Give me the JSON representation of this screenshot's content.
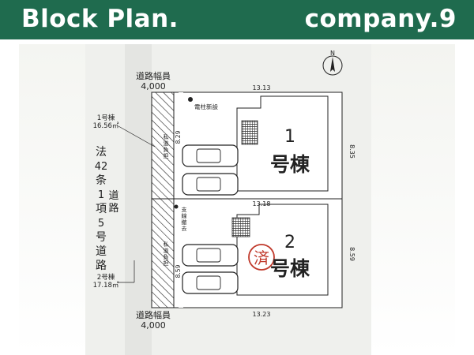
{
  "header": {
    "left_title": "Block Plan.",
    "right_title": "company.9",
    "bg_color": "#1f6b4e"
  },
  "plan": {
    "road_top": {
      "label": "道路幅員",
      "width": "4,000"
    },
    "road_bottom": {
      "label": "道路幅員",
      "width": "4,000"
    },
    "road_side_vertical": [
      "法",
      "42",
      "条",
      "1",
      "項",
      "5",
      "号",
      "道",
      "路"
    ],
    "road_side_short": [
      "道",
      "路"
    ],
    "lot1_area": {
      "line1": "1号棟",
      "line2": "16.56㎡"
    },
    "lot2_area": {
      "line1": "2号棟",
      "line2": "17.18㎡"
    },
    "pole_label": "電柱新設",
    "corner_label_1": [
      "私",
      "道",
      "負",
      "担"
    ],
    "corner_label_2": [
      "私",
      "道",
      "負",
      "担"
    ],
    "branch_label": [
      "支",
      "線",
      "撤",
      "去"
    ],
    "dims": {
      "top": "13.13",
      "middle": "13.18",
      "bottom": "13.23",
      "right1": "8.35",
      "right2": "8.59",
      "left1": "8.29",
      "left2": "8.59"
    },
    "house1": {
      "number": "1",
      "name": "号棟"
    },
    "house2": {
      "number": "2",
      "name": "号棟",
      "stamp": "済"
    },
    "north": "N",
    "stamp_color": "#c0392b"
  }
}
